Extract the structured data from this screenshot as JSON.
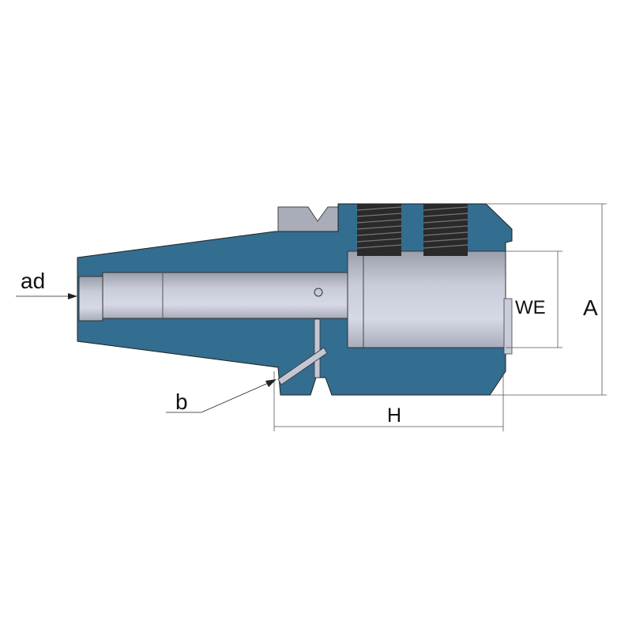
{
  "diagram": {
    "labels": {
      "ad": "ad",
      "b": "b",
      "H": "H",
      "WE": "WE",
      "A": "A"
    },
    "colors": {
      "body": "#336d8f",
      "steel": "#b8bccb",
      "thread": "#2a2a2a",
      "line": "#555555"
    }
  }
}
